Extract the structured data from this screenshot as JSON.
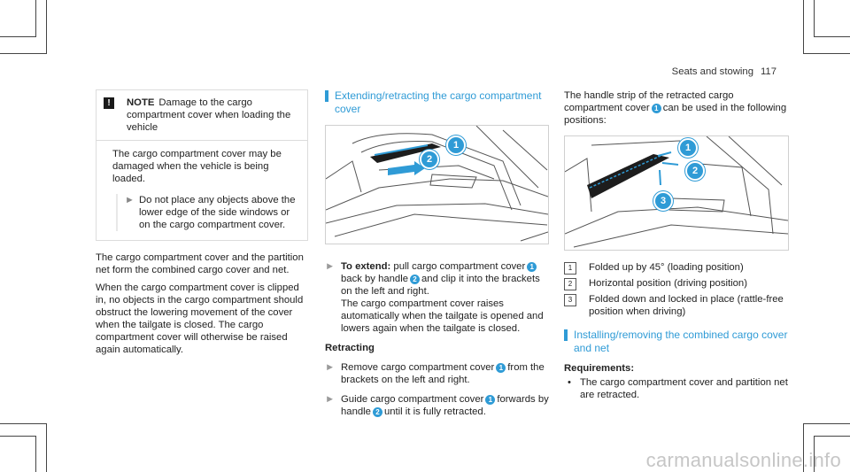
{
  "header": {
    "section": "Seats and stowing",
    "page": "117"
  },
  "note": {
    "icon": "!",
    "title": "NOTE",
    "heading_text": "Damage to the cargo compartment cover when loading the vehicle",
    "body": "The cargo compartment cover may be damaged when the vehicle is being loaded.",
    "bullet": "Do not place any objects above the lower edge of the side windows or on the cargo compartment cover."
  },
  "col1": {
    "para1": "The cargo compartment cover and the partition net form the combined cargo cover and net.",
    "para2": "When the cargo compartment cover is clipped in, no objects in the cargo compartment should obstruct the lowering movement of the cover when the tailgate is closed. The cargo compartment cover will otherwise be raised again automatically."
  },
  "col2": {
    "title": "Extending/retracting the cargo compartment cover",
    "figure_callouts": [
      "1",
      "2"
    ],
    "extend_label": "To extend:",
    "extend_a": "pull cargo compartment cover",
    "extend_b": "back by handle",
    "extend_c": "and clip it into the brackets on the left and right.",
    "extend_d": "The cargo compartment cover raises automatically when the tailgate is opened and lowers again when the tailgate is closed.",
    "retract_heading": "Retracting",
    "remove_a": "Remove cargo compartment cover",
    "remove_b": "from the brackets on the left and right.",
    "guide_a": "Guide cargo compartment cover",
    "guide_b": "forwards by handle",
    "guide_c": "until it is fully retracted.",
    "num1": "1",
    "num2": "2"
  },
  "col3": {
    "intro_a": "The handle strip of the retracted cargo compartment cover",
    "intro_b": "can be used in the following positions:",
    "figure_callouts": [
      "1",
      "2",
      "3"
    ],
    "legend": [
      {
        "key": "1",
        "text": "Folded up by 45° (loading position)"
      },
      {
        "key": "2",
        "text": "Horizontal position (driving position)"
      },
      {
        "key": "3",
        "text": "Folded down and locked in place (rattle-free position when driving)"
      }
    ],
    "title2": "Installing/removing the combined cargo cover and net",
    "req_heading": "Requirements:",
    "req_item": "The cargo compartment cover and partition net are retracted.",
    "num1": "1"
  },
  "watermark": "carmanualsonline.info",
  "colors": {
    "accent": "#2f9bd6",
    "text": "#222222"
  }
}
